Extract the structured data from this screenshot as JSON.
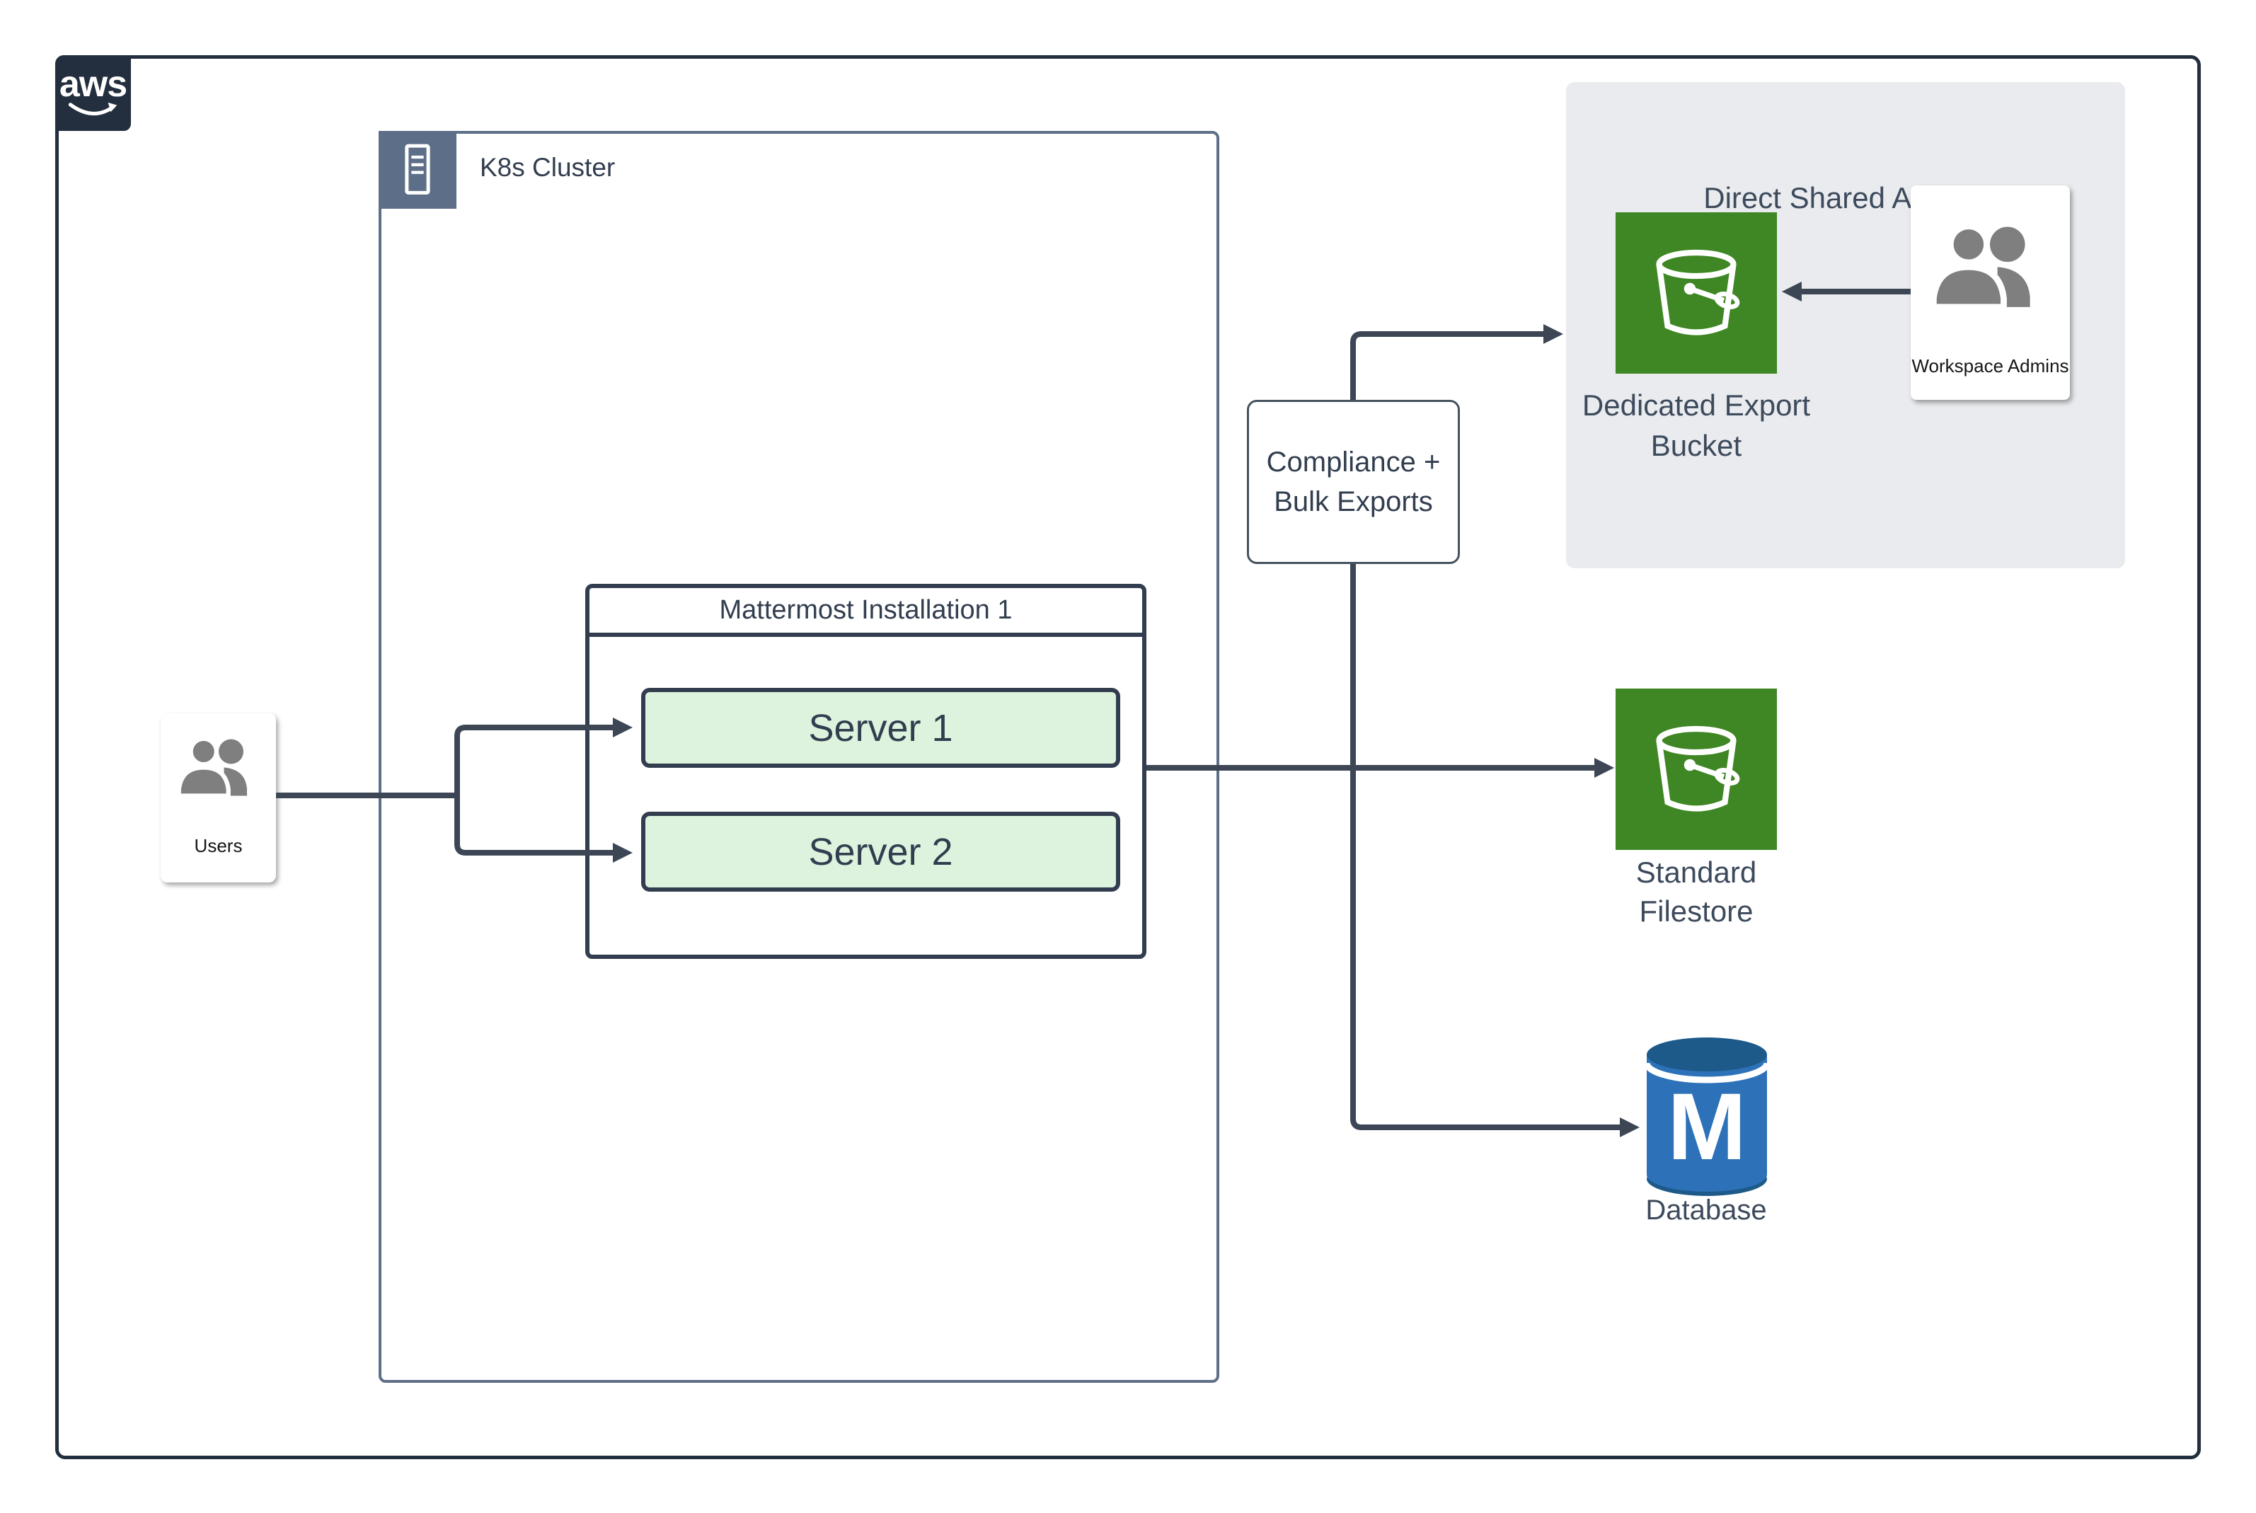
{
  "colors": {
    "ink": "#323e4f",
    "connector": "#3d4655",
    "navy": "#232f3e",
    "slate": "#5d6e88",
    "green": "#3f8624",
    "mint": "#ddf3dd",
    "region_bg": "#e9ebee",
    "db_blue": "#2d72b8",
    "db_dark": "#1d5a8a",
    "people_gray": "#7f7f7f"
  },
  "logo": {
    "text": "aws"
  },
  "k8s": {
    "label": "K8s Cluster"
  },
  "mattermost": {
    "title": "Mattermost Installation 1",
    "servers": [
      "Server 1",
      "Server 2"
    ]
  },
  "users": {
    "label": "Users"
  },
  "compliance": {
    "label": "Compliance +\nBulk Exports"
  },
  "shared_access": {
    "title": "Direct Shared Access",
    "bucket_label": "Dedicated Export\nBucket",
    "admins_label": "Workspace Admins"
  },
  "filestore": {
    "label": "Standard\nFilestore"
  },
  "database": {
    "label": "Database",
    "letter": "M"
  }
}
